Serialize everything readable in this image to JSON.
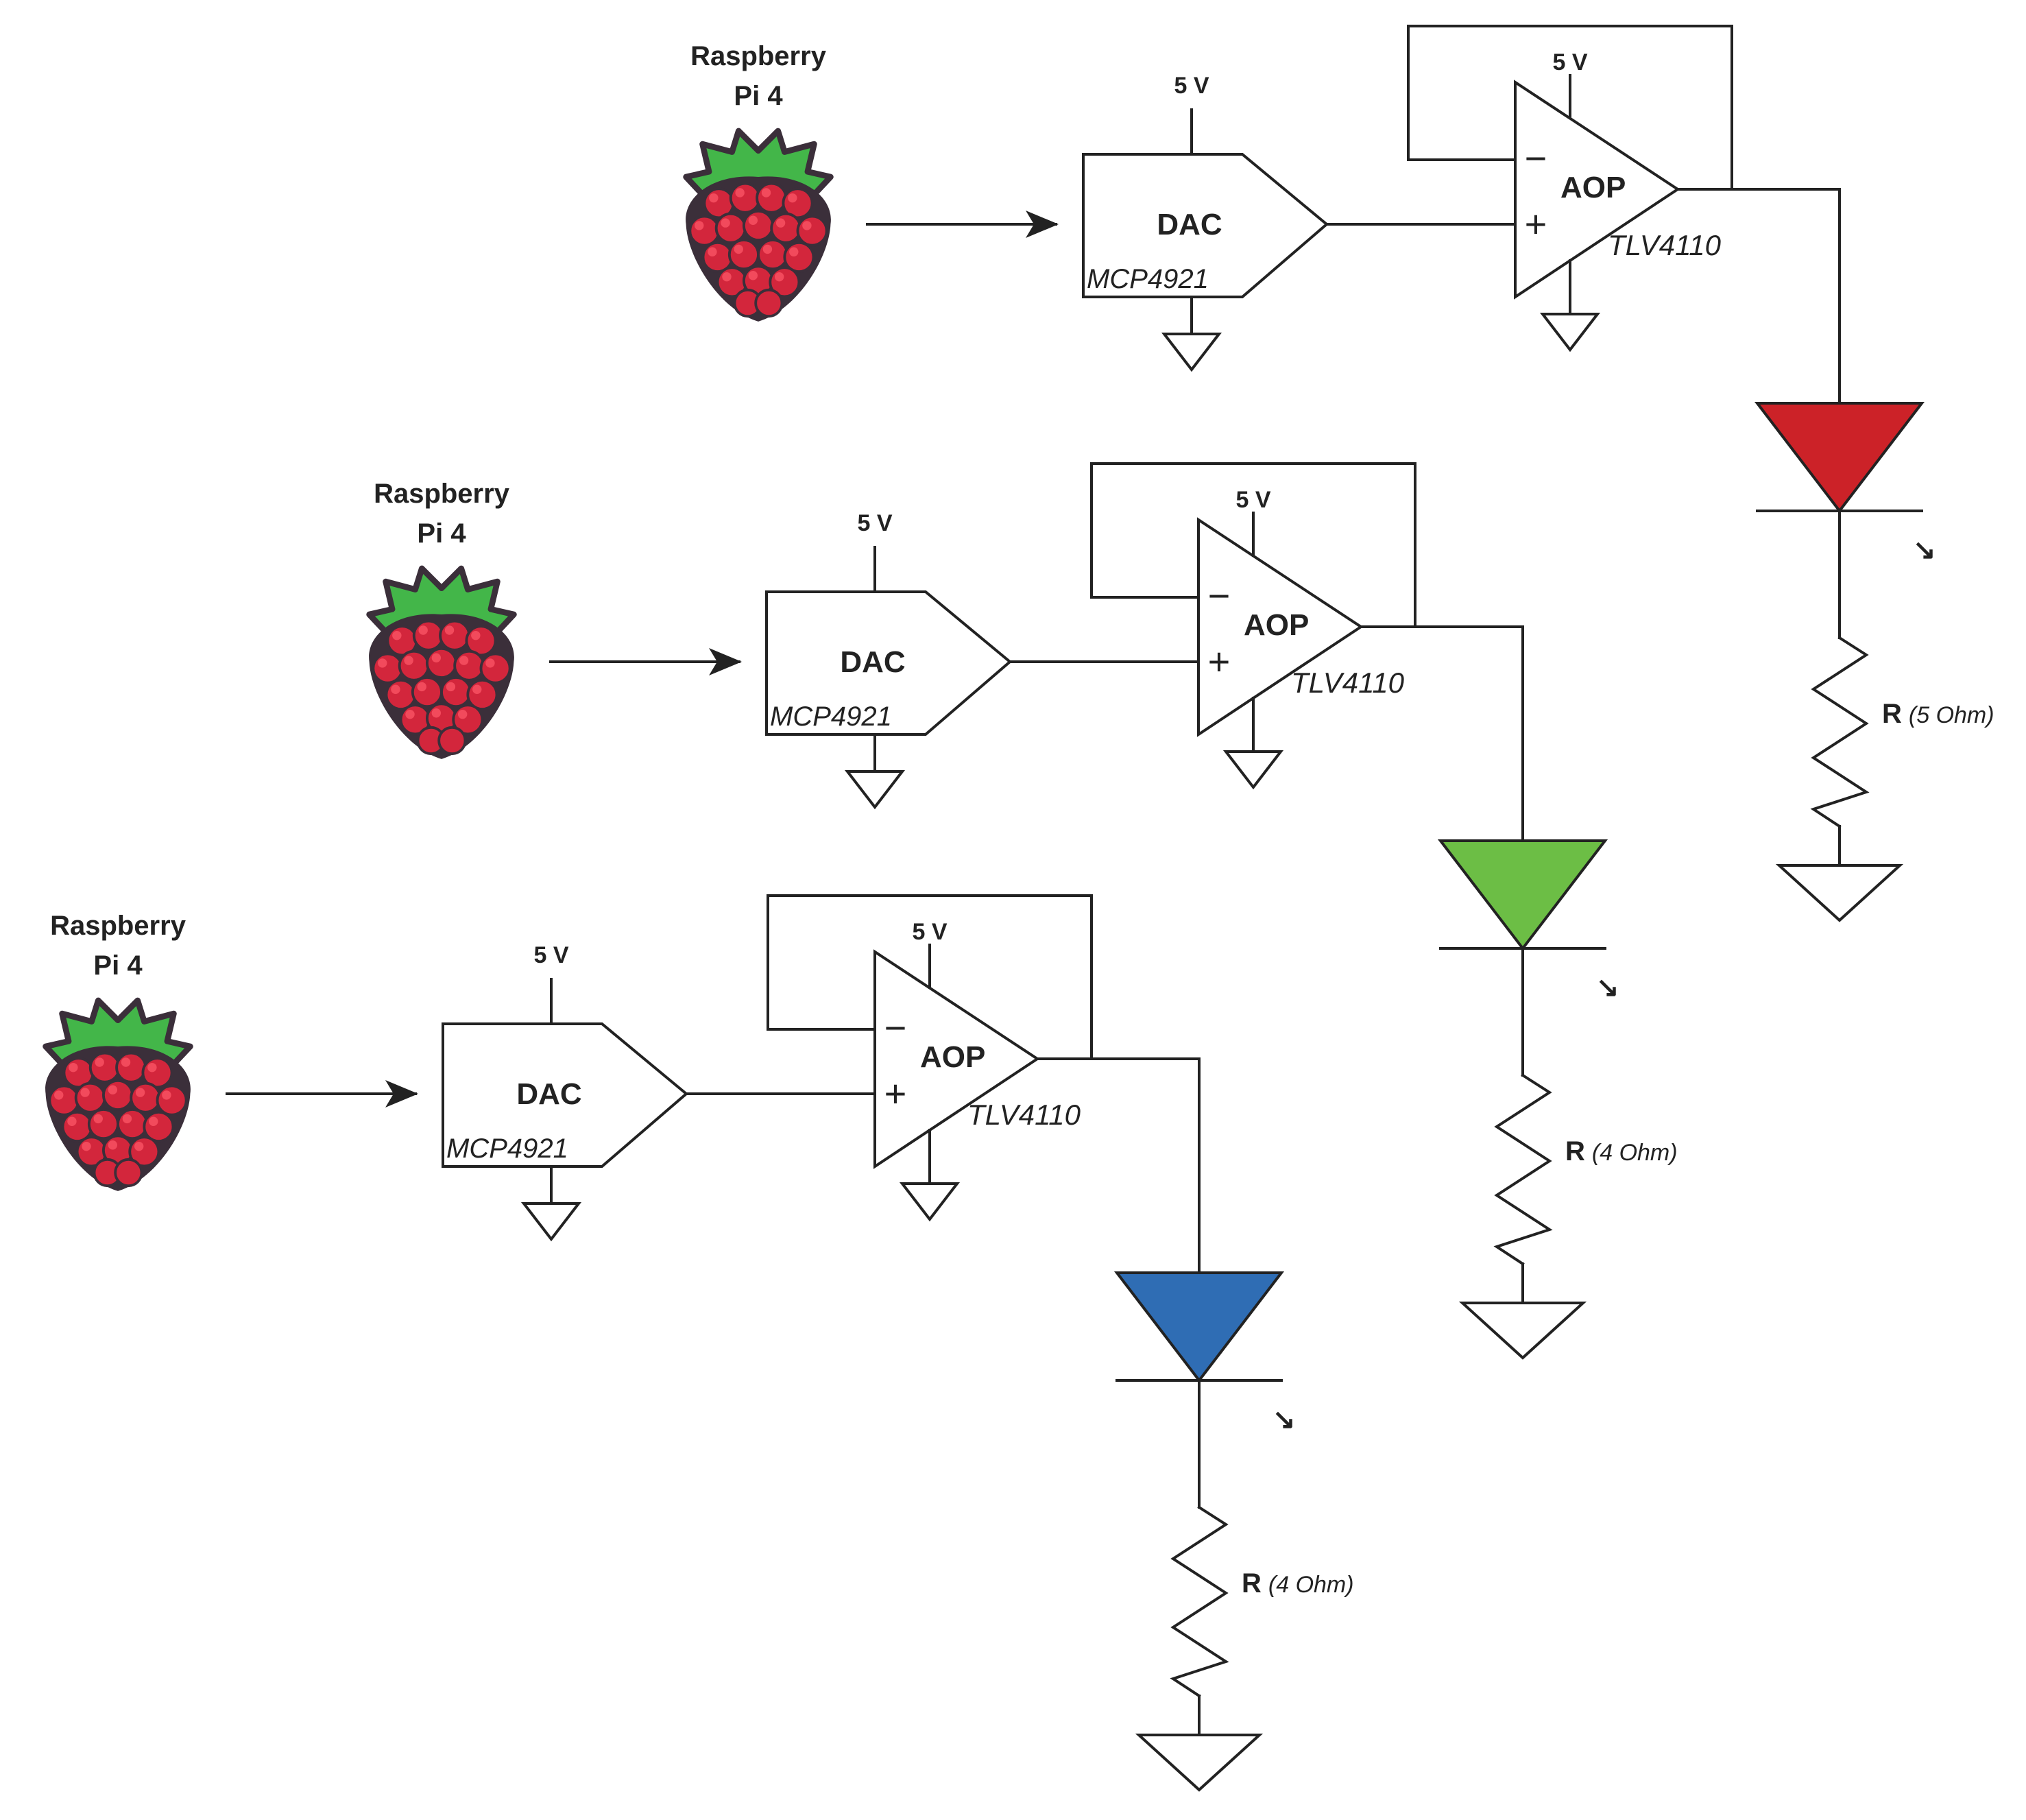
{
  "pi": {
    "label_line1": "Raspberry",
    "label_line2": "Pi 4"
  },
  "dac": {
    "label": "DAC",
    "part": "MCP4921"
  },
  "opamp": {
    "label": "AOP",
    "part": "TLV4110",
    "minus": "−",
    "plus": "+"
  },
  "supply": "5 V",
  "resistor_letter": "R",
  "colors": {
    "wire": "#222222",
    "raspberry_body": "#d3263c",
    "raspberry_berry_highlight": "#f24a5c",
    "raspberry_leaf": "#43b649",
    "raspberry_outline": "#3b2f3a",
    "led_red": "#cc2228",
    "led_green": "#6cbe45",
    "led_blue": "#2f6db4"
  },
  "channels": [
    {
      "name": "red",
      "resistor_value": "(5 Ohm)"
    },
    {
      "name": "green",
      "resistor_value": "(4 Ohm)"
    },
    {
      "name": "blue",
      "resistor_value": "(4 Ohm)"
    }
  ]
}
